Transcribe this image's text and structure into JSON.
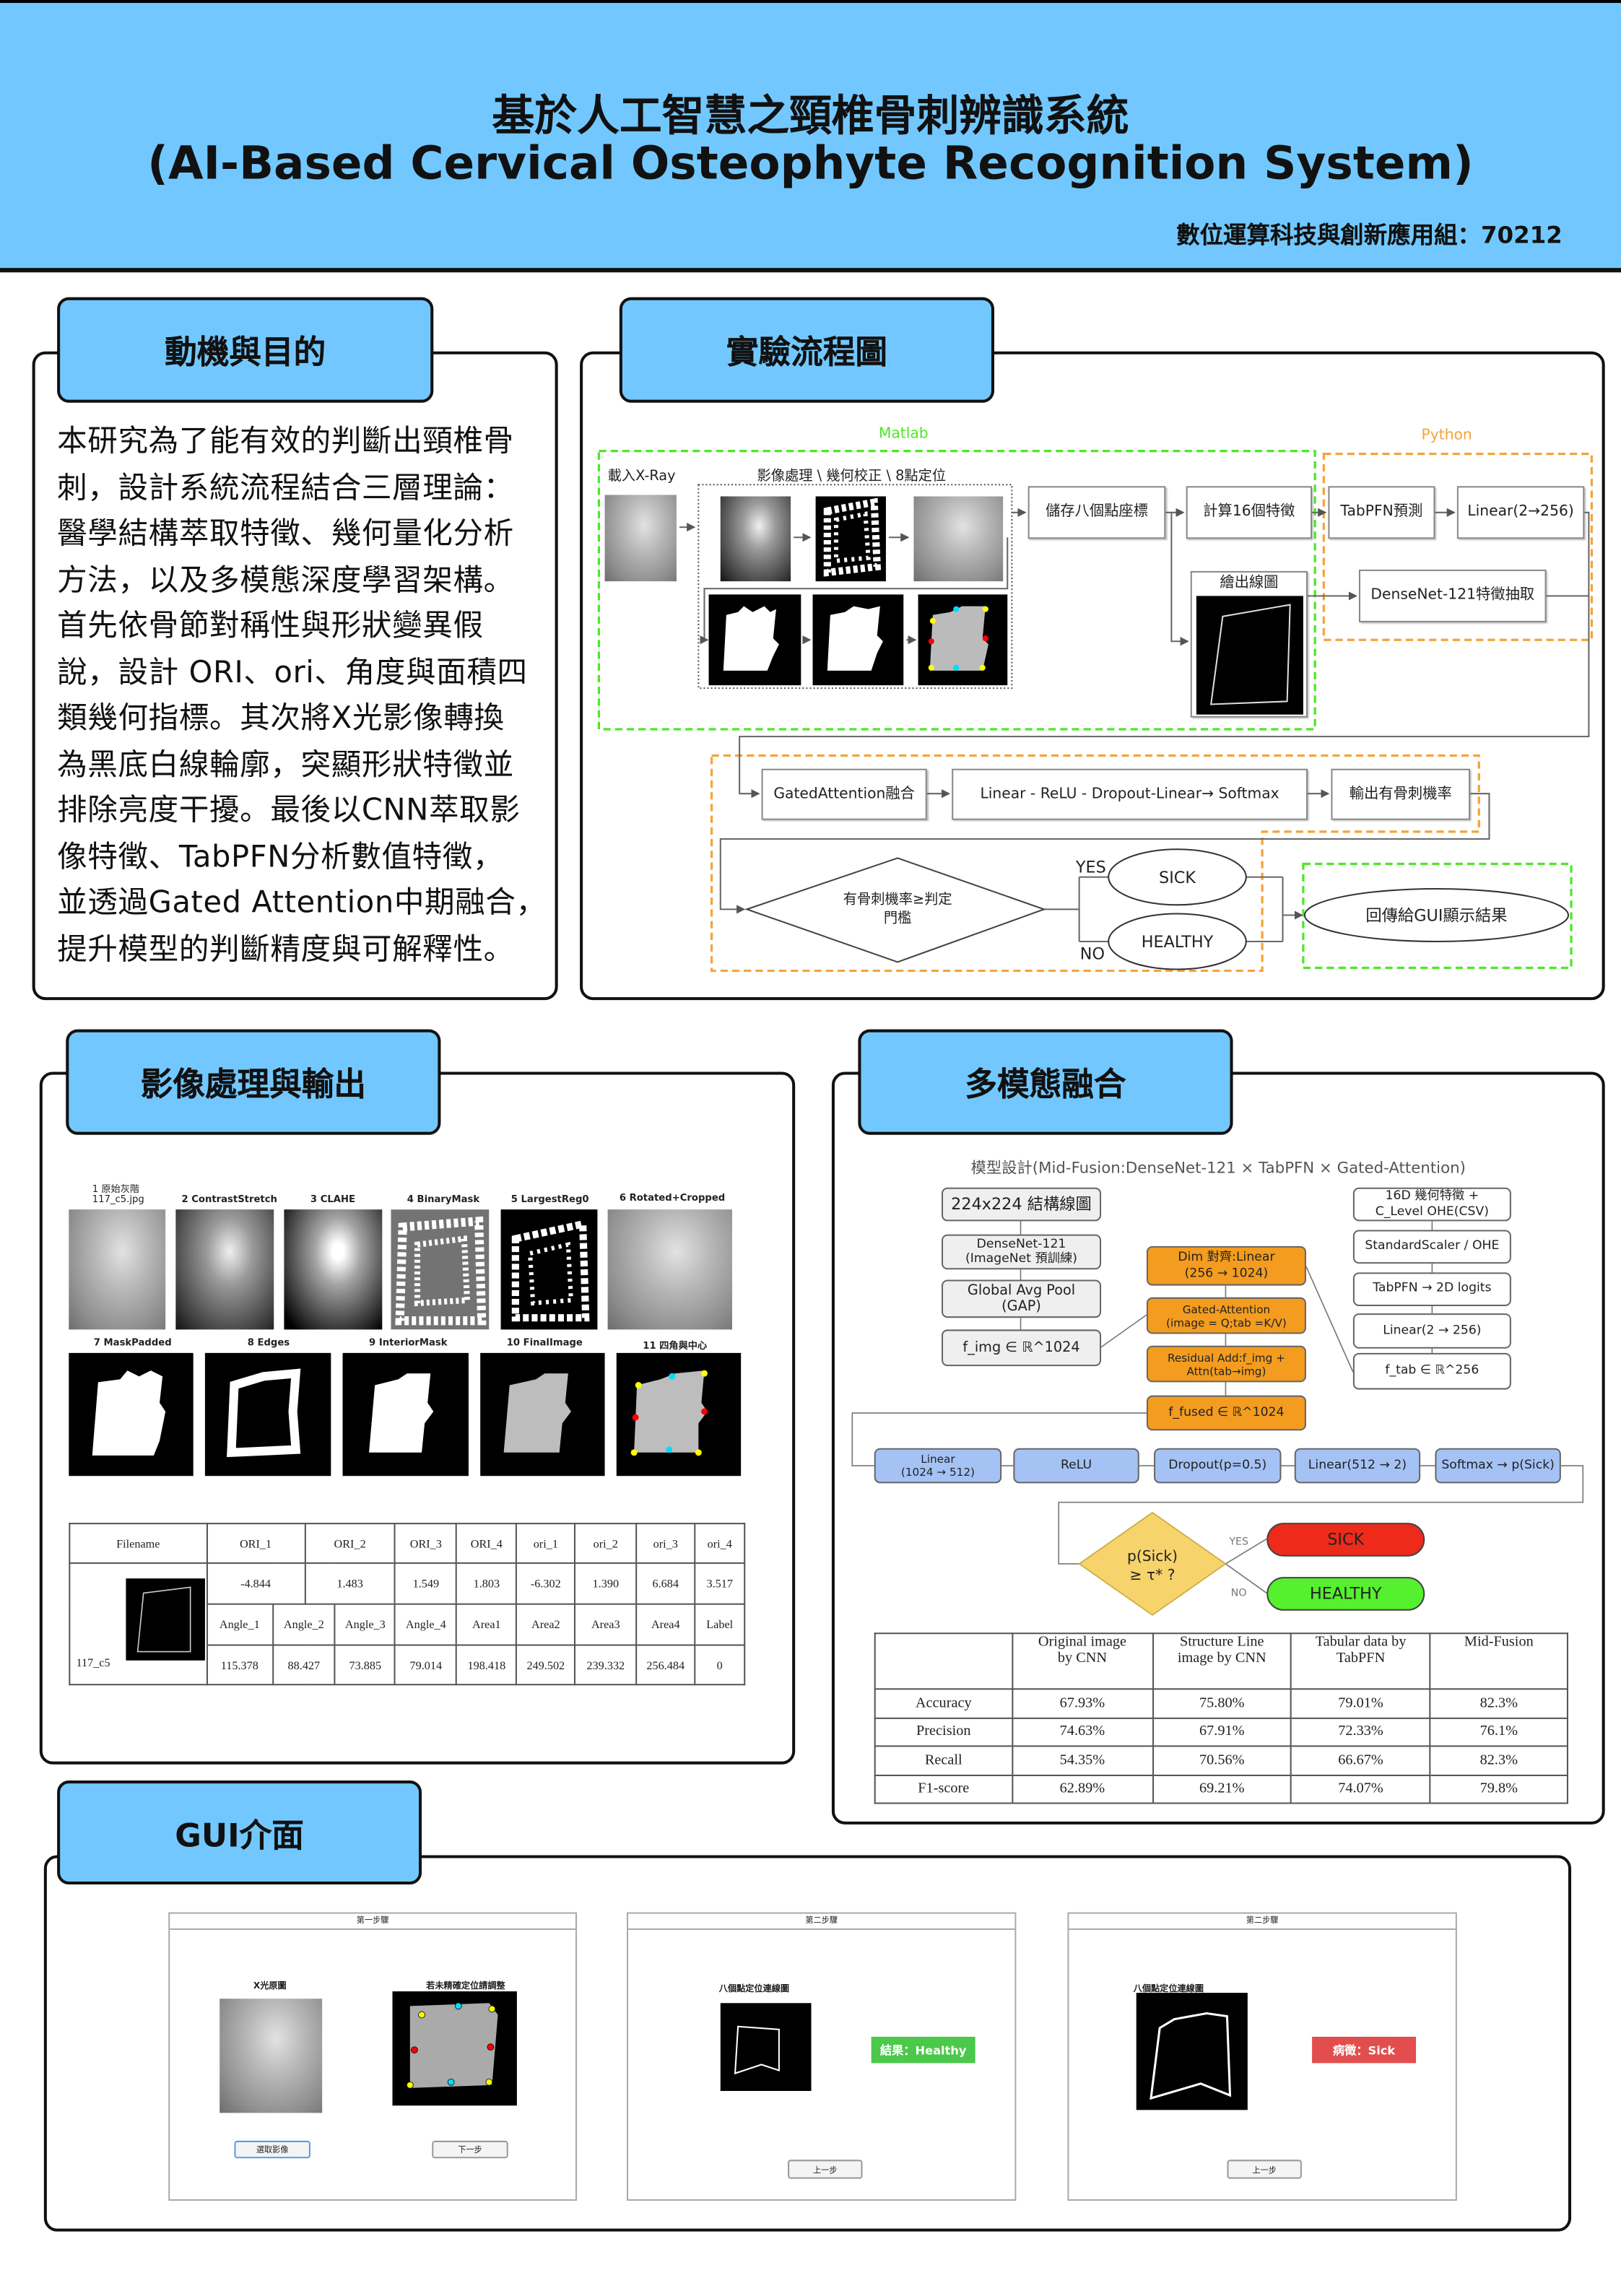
{
  "header": {
    "title_zh": "基於人工智慧之頸椎骨刺辨識系統",
    "title_en": "(AI-Based Cervical Osteophyte Recognition System)",
    "group": "數位運算科技與創新應用組：70212"
  },
  "sections": {
    "motivation": "動機與目的",
    "flow": "實驗流程圖",
    "imgproc": "影像處理與輸出",
    "fusion": "多模態融合",
    "gui": "GUI介面"
  },
  "motivation": {
    "lines": [
      "本研究為了能有效的判斷出頸椎骨",
      "刺，設計系統流程結合三層理論：",
      "醫學結構萃取特徵、幾何量化分析",
      "方法，以及多模態深度學習架構。",
      "首先依骨節對稱性與形狀變異假",
      "說，設計 ORI、ori、角度與面積四",
      "類幾何指標。其次將X光影像轉換",
      "為黑底白線輪廓，突顯形狀特徵並",
      "排除亮度干擾。最後以CNN萃取影",
      "像特徵、TabPFN分析數值特徵，",
      "並透過Gated Attention中期融合，",
      "提升模型的判斷精度與可解釋性。"
    ]
  },
  "flow": {
    "matlab": "Matlab",
    "python": "Python",
    "load_xray": "載入X-Ray",
    "processing": "影像處理 \\ 幾何校正 \\ 8點定位",
    "save_points": "儲存八個點座標",
    "compute_features": "計算16個特徵",
    "tabpfn": "TabPFN預測",
    "linear": "Linear(2→256)",
    "draw": "繪出線圖",
    "densenet": "DenseNet-121特徵抽取",
    "gated": "GatedAttention融合",
    "mlp": "Linear - ReLU - Dropout-Linear→ Softmax",
    "output": "輸出有骨刺機率",
    "decision_line1": "有骨刺機率≥判定",
    "decision_line2": "門檻",
    "yes": "YES",
    "no": "NO",
    "sick": "SICK",
    "healthy": "HEALTHY",
    "gui": "回傳給GUI顯示結果"
  },
  "imgproc": {
    "row1": [
      "1 原始灰階",
      "2 ContrastStretch",
      "3 CLAHE",
      "4 BinaryMask",
      "5 LargestReg0",
      "6 Rotated+Cropped"
    ],
    "row1_sub": "117_c5.jpg",
    "row2": [
      "7 MaskPadded",
      "8 Edges",
      "9 InteriorMask",
      "10 FinalImage",
      "11 四角與中心"
    ],
    "table": {
      "filename_header": "Filename",
      "filename": "117_c5",
      "ori_headers": [
        "ORI_1",
        "ORI_2",
        "ORI_3",
        "ORI_4",
        "ori_1",
        "ori_2",
        "ori_3",
        "ori_4"
      ],
      "ori_values": [
        "-4.844",
        "1.483",
        "1.549",
        "1.803",
        "-6.302",
        "1.390",
        "6.684",
        "3.517"
      ],
      "angle_headers": [
        "Angle_1",
        "Angle_2",
        "Angle_3",
        "Angle_4",
        "Area1",
        "Area2",
        "Area3",
        "Area4",
        "Label"
      ],
      "angle_values": [
        "115.378",
        "88.427",
        "73.885",
        "79.014",
        "198.418",
        "249.502",
        "239.332",
        "256.484",
        "0"
      ]
    }
  },
  "fusion": {
    "title": "模型設計(Mid-Fusion:DenseNet-121 × TabPFN × Gated-Attention)",
    "image_branch": [
      "224x224 結構線圖",
      "DenseNet-121\n(ImageNet 預訓練)",
      "Global Avg Pool\n(GAP)",
      "f_img ∈ ℝ^1024"
    ],
    "fusion_branch": [
      "Dim 對齊:Linear\n(256 → 1024)",
      "Gated-Attention\n(image = Q;tab =K/V)",
      "Residual Add:f_img +\nAttn(tab→img)",
      "f_fused ∈ ℝ^1024"
    ],
    "tab_branch": [
      "16D 幾何特徵 +\nC_Level OHE(CSV)",
      "StandardScaler / OHE",
      "TabPFN → 2D logits",
      "Linear(2 → 256)",
      "f_tab ∈ ℝ^256"
    ],
    "head": [
      "Linear\n(1024 → 512)",
      "ReLU",
      "Dropout(p=0.5)",
      "Linear(512 → 2)",
      "Softmax → p(Sick)"
    ],
    "decision_line1": "p(Sick)",
    "decision_line2": "≥ τ* ?",
    "yes": "YES",
    "no": "NO",
    "sick": "SICK",
    "healthy": "HEALTHY"
  },
  "metrics": {
    "columns": [
      "Original image\nby CNN",
      "Structure Line\nimage by CNN",
      "Tabular data by\nTabPFN",
      "Mid-Fusion"
    ],
    "rows": [
      {
        "name": "Accuracy",
        "values": [
          "67.93%",
          "75.80%",
          "79.01%",
          "82.3%"
        ]
      },
      {
        "name": "Precision",
        "values": [
          "74.63%",
          "67.91%",
          "72.33%",
          "76.1%"
        ]
      },
      {
        "name": "Recall",
        "values": [
          "54.35%",
          "70.56%",
          "66.67%",
          "82.3%"
        ]
      },
      {
        "name": "F1-score",
        "values": [
          "62.89%",
          "69.21%",
          "74.07%",
          "79.8%"
        ]
      }
    ]
  },
  "gui": {
    "win1": {
      "title": "第一步驟",
      "xray_label": "X光原圖",
      "adjust_label": "若未精確定位請調整",
      "select_button": "選取影像",
      "next_button": "下一步"
    },
    "win2": {
      "title": "第二步驟",
      "image_label": "八個點定位連線圖",
      "result": "結果：Healthy",
      "back_button": "上一步"
    },
    "win3": {
      "title": "第二步驟",
      "image_label": "八個點定位連線圖",
      "result": "病徵：Sick",
      "back_button": "上一步"
    }
  },
  "colors": {
    "header_bg": "#72c8fe",
    "matlab_green": "#4ee62a",
    "python_orange": "#f5a33a",
    "fusion_orange": "#f39c1f",
    "head_blue": "#a4c2f4",
    "sick_red": "#ee2a1b",
    "healthy_green": "#55f02e",
    "gui_healthy": "#4cc84a",
    "gui_sick": "#e24e4e"
  }
}
